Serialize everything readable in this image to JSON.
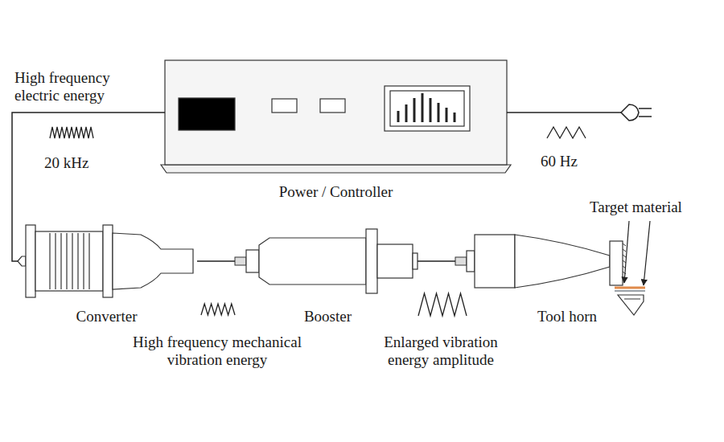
{
  "diagram": {
    "nodes": [
      {
        "text": [
          "Power / Controller"
        ]
      },
      {
        "text": [
          "Converter"
        ]
      },
      {
        "text": [
          "Booster"
        ]
      },
      {
        "text": [
          "Tool horn"
        ]
      }
    ],
    "edges": [
      {
        "from": 0,
        "to": 1,
        "arrow": "none"
      },
      {
        "from": 1,
        "to": 2,
        "arrow": "none"
      },
      {
        "from": 2,
        "to": 3,
        "arrow": "none"
      }
    ],
    "labels": [
      "High frequency electric energy",
      "20 kHz",
      "60 Hz",
      "High frequency mechanical vibration energy",
      "Enlarged vibration energy amplitude",
      "Target material"
    ]
  }
}
